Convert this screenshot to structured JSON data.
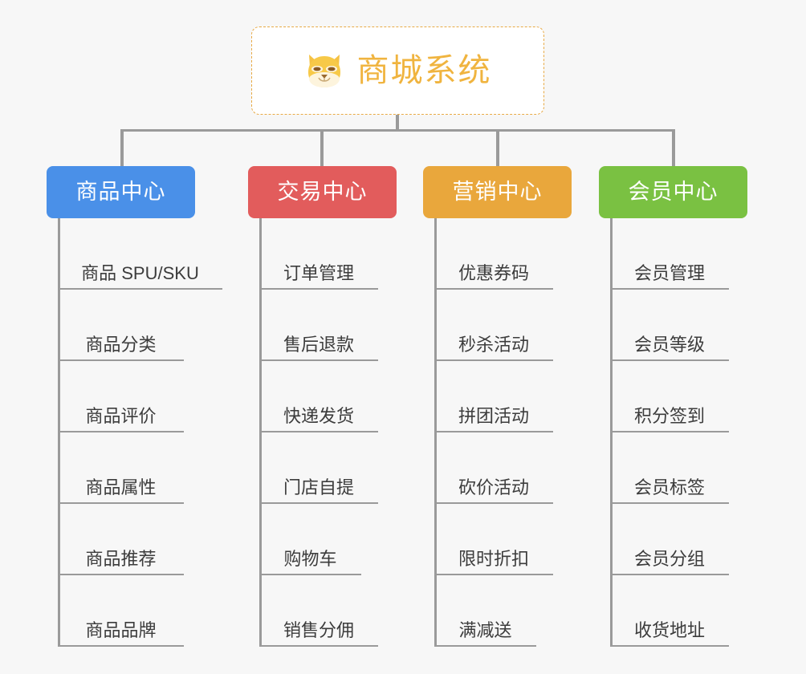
{
  "page": {
    "background_color": "#f7f7f7",
    "connector_color": "#9a9a9a"
  },
  "root": {
    "title": "商城系统",
    "icon": "shiba-dog-icon",
    "text_color": "#f0b43f",
    "border_color": "#e8aa46",
    "background_color": "#ffffff"
  },
  "columns": [
    {
      "id": "product-center",
      "label": "商品中心",
      "color": "#4a90e8",
      "items": [
        "商品 SPU/SKU",
        "商品分类",
        "商品评价",
        "商品属性",
        "商品推荐",
        "商品品牌"
      ]
    },
    {
      "id": "trade-center",
      "label": "交易中心",
      "color": "#e25c5c",
      "items": [
        "订单管理",
        "售后退款",
        "快递发货",
        "门店自提",
        "购物车",
        "销售分佣"
      ]
    },
    {
      "id": "marketing-center",
      "label": "营销中心",
      "color": "#e9a73c",
      "items": [
        "优惠券码",
        "秒杀活动",
        "拼团活动",
        "砍价活动",
        "限时折扣",
        "满减送"
      ]
    },
    {
      "id": "member-center",
      "label": "会员中心",
      "color": "#7ac142",
      "items": [
        "会员管理",
        "会员等级",
        "积分签到",
        "会员标签",
        "会员分组",
        "收货地址"
      ]
    }
  ]
}
